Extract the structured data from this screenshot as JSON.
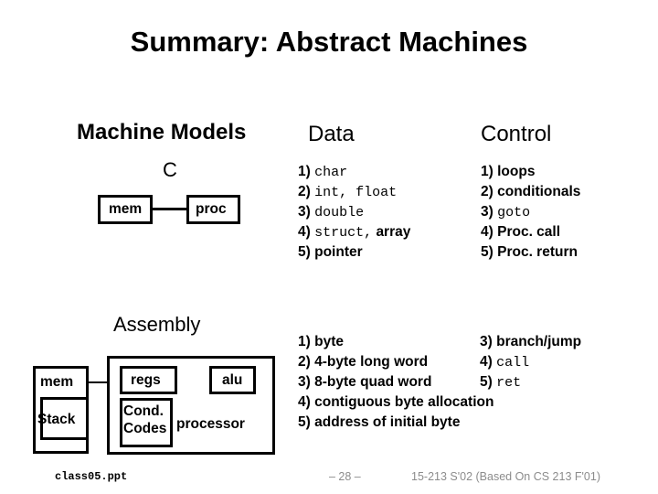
{
  "slide": {
    "title": "Summary: Abstract Machines"
  },
  "columns": {
    "machine_models": "Machine Models",
    "data": "Data",
    "control": "Control"
  },
  "c_level": {
    "label": "C",
    "diagram": {
      "mem": "mem",
      "proc": "proc"
    },
    "data_list": [
      {
        "num": "1)",
        "code": "char",
        "text": ""
      },
      {
        "num": "2)",
        "code": "int, float",
        "text": ""
      },
      {
        "num": "3)",
        "code": "double",
        "text": ""
      },
      {
        "num": "4)",
        "code": "struct,",
        "text": "array"
      },
      {
        "num": "5)",
        "code": "",
        "text": "pointer"
      }
    ],
    "control_list": [
      {
        "num": "1)",
        "code": "",
        "text": "loops"
      },
      {
        "num": "2)",
        "code": "",
        "text": "conditionals"
      },
      {
        "num": "3)",
        "code": "goto",
        "text": ""
      },
      {
        "num": "4)",
        "code": "",
        "text": "Proc. call"
      },
      {
        "num": "5)",
        "code": "",
        "text": "Proc. return"
      }
    ]
  },
  "assembly_level": {
    "label": "Assembly",
    "diagram": {
      "mem": "mem",
      "stack": "Stack",
      "regs": "regs",
      "alu": "alu",
      "cond_codes_line1": "Cond.",
      "cond_codes_line2": "Codes",
      "processor": "processor"
    },
    "data_list": [
      {
        "num": "1)",
        "code": "",
        "text": "byte"
      },
      {
        "num": "2)",
        "code": "",
        "text": "4-byte long word"
      },
      {
        "num": "3)",
        "code": "",
        "text": "8-byte quad word"
      },
      {
        "num": "4)",
        "code": "",
        "text": "contiguous byte allocation"
      },
      {
        "num": "5)",
        "code": "",
        "text": "address of initial byte"
      }
    ],
    "control_list": [
      {
        "num": "3)",
        "code": "",
        "text": "branch/jump"
      },
      {
        "num": "4)",
        "code": "call",
        "text": ""
      },
      {
        "num": "5)",
        "code": "ret",
        "text": ""
      }
    ]
  },
  "footer": {
    "filename": "class05.ppt",
    "page": "– 28 –",
    "course": "15-213 S'02 (Based On CS 213 F'01)"
  },
  "colors": {
    "text": "#000000",
    "footer_gray": "#8c8c8c",
    "background": "#ffffff"
  }
}
